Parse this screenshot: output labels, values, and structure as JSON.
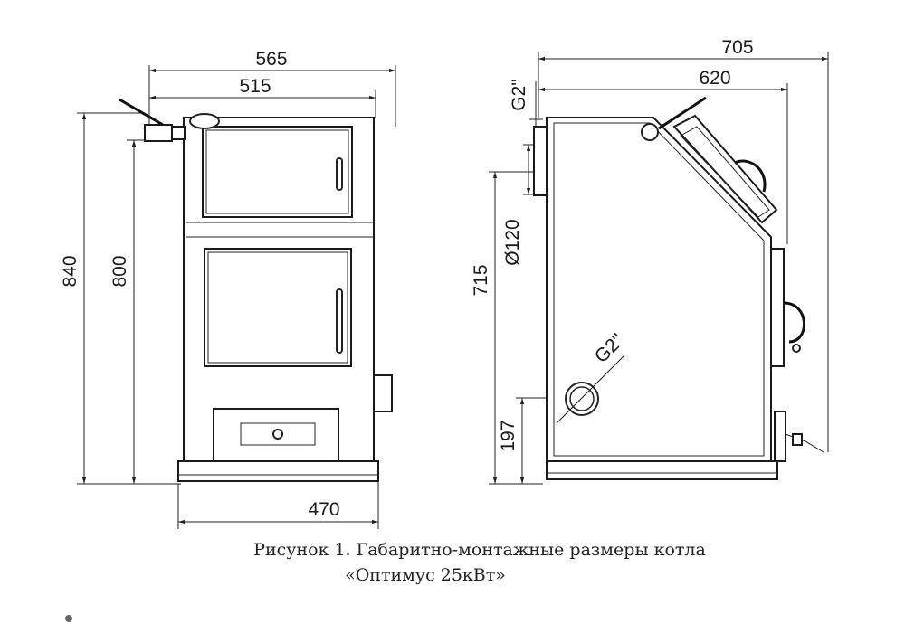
{
  "dimensions": {
    "front_width_total": "565",
    "front_width_body": "515",
    "front_height_total": "840",
    "front_height_body": "800",
    "front_base_width": "470",
    "side_depth_total": "705",
    "side_depth_body": "620",
    "side_height_pipe": "715",
    "side_flue_diameter": "Ø120",
    "side_thread_top": "G2\"",
    "side_thread_bottom": "G2\"",
    "side_return_height": "197"
  },
  "caption": {
    "line1": "Рисунок 1. Габаритно-монтажные размеры котла",
    "line2": "«Оптимус 25кВт»"
  },
  "colors": {
    "line": "#1a1a1a",
    "text": "#222222"
  }
}
